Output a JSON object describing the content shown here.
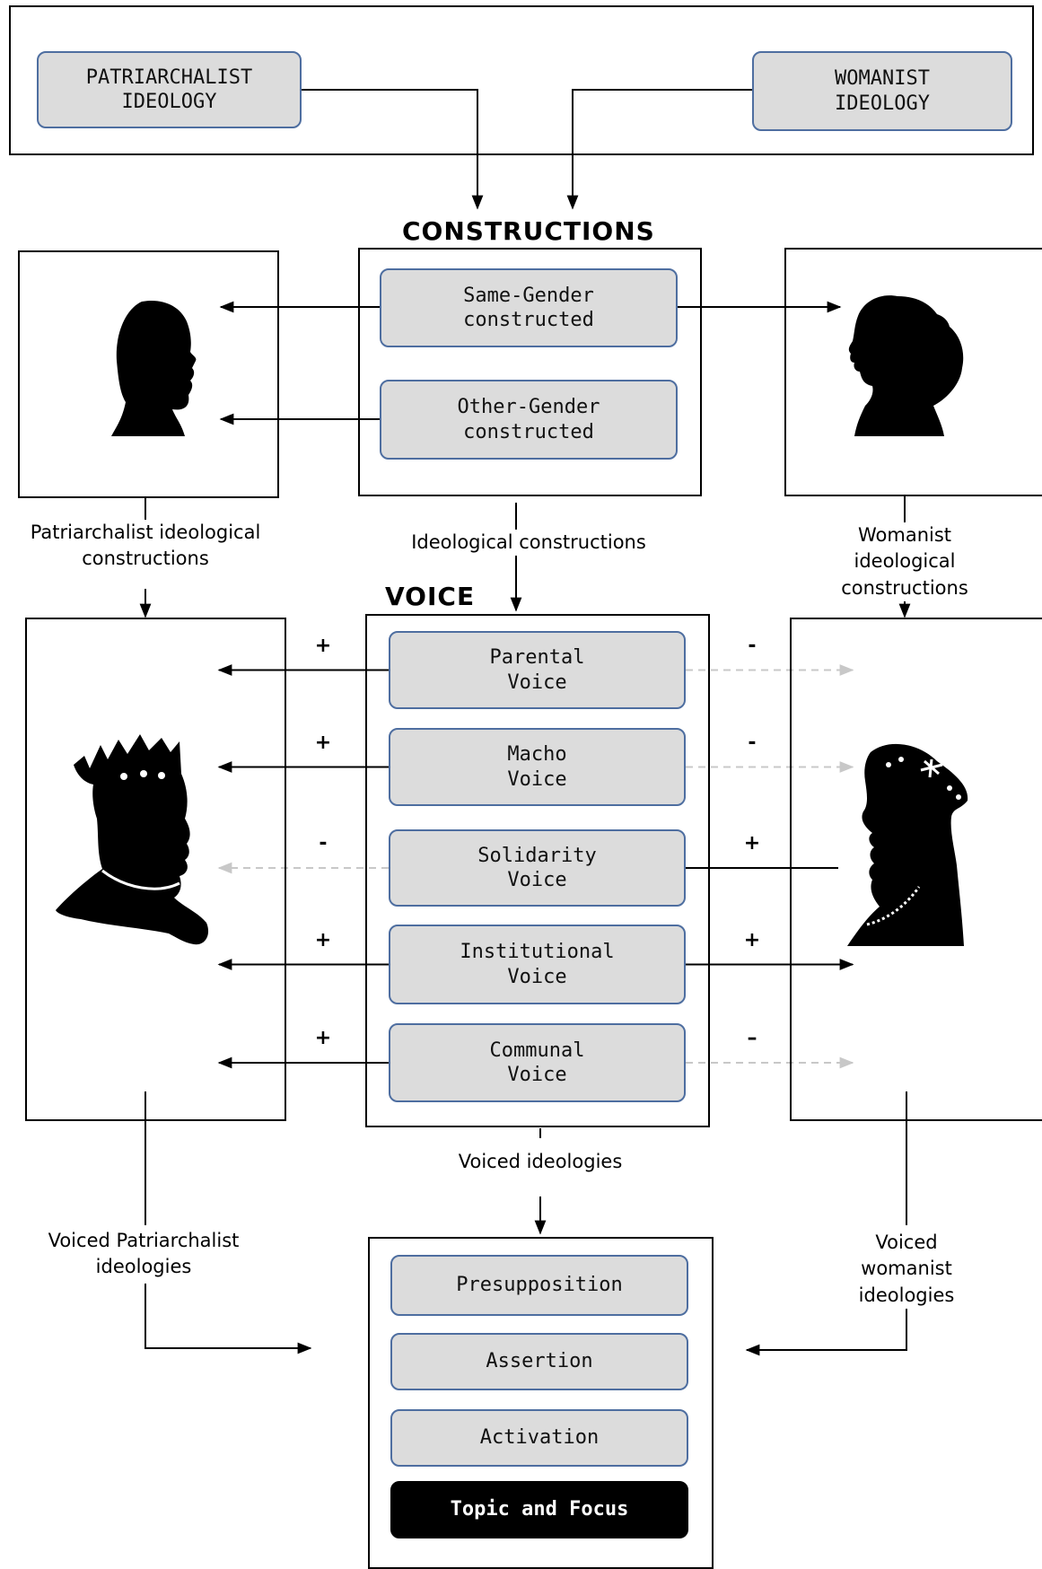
{
  "ideologies": {
    "patriarchalist": "PATRIARCHALIST\nIDEOLOGY",
    "womanist": "WOMANIST\nIDEOLOGY"
  },
  "constructions": {
    "heading": "CONSTRUCTIONS",
    "same_gender": "Same-Gender\nconstructed",
    "other_gender": "Other-Gender\nconstructed"
  },
  "labels": {
    "patriarchalist_constructions": "Patriarchalist ideological\nconstructions",
    "ideological_constructions": "Ideological constructions",
    "womanist_constructions": "Womanist ideological\nconstructions",
    "voiced_ideologies": "Voiced ideologies",
    "voiced_patriarchalist": "Voiced Patriarchalist\nideologies",
    "voiced_womanist": "Voiced womanist\nideologies"
  },
  "voice": {
    "heading": "VOICE",
    "items": [
      {
        "label": "Parental\nVoice",
        "left_sign": "+",
        "right_sign": "-"
      },
      {
        "label": "Macho\nVoice",
        "left_sign": "+",
        "right_sign": "-"
      },
      {
        "label": "Solidarity\nVoice",
        "left_sign": "-",
        "right_sign": "+"
      },
      {
        "label": "Institutional\nVoice",
        "left_sign": "+",
        "right_sign": "+"
      },
      {
        "label": "Communal\nVoice",
        "left_sign": "+",
        "right_sign": "–"
      }
    ]
  },
  "outcomes": {
    "items": [
      "Presupposition",
      "Assertion",
      "Activation",
      "Topic and Focus"
    ]
  },
  "icons": {
    "boy": "boy-silhouette-icon",
    "girl": "girl-silhouette-icon",
    "king": "king-silhouette-icon",
    "queen": "queen-silhouette-icon"
  },
  "colors": {
    "pill_fill": "#dcdcdc",
    "pill_border": "#4e6ea0",
    "dashed_arrow": "#c8c8c8"
  }
}
